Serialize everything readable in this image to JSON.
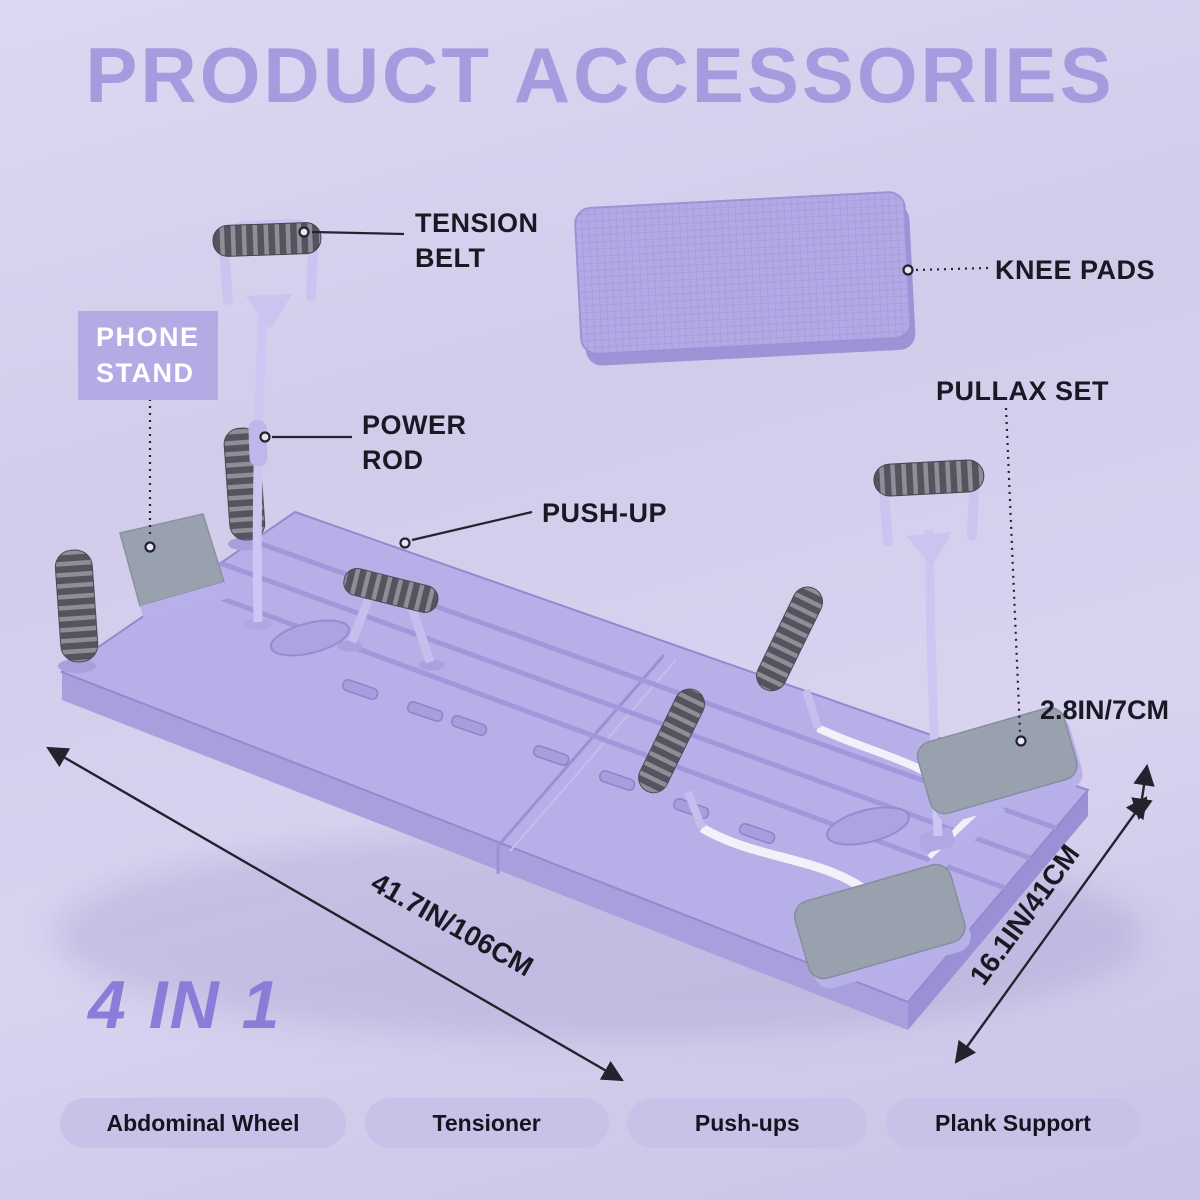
{
  "title": "PRODUCT ACCESSORIES",
  "callouts": {
    "tension_belt": {
      "line1": "TENSION",
      "line2": "BELT"
    },
    "phone_stand": {
      "line1": "PHONE",
      "line2": "STAND"
    },
    "power_rod": {
      "line1": "POWER",
      "line2": "ROD"
    },
    "push_up": {
      "label": "PUSH-UP"
    },
    "knee_pads": {
      "label": "KNEE PADS"
    },
    "pullax_set": {
      "label": "PULLAX SET"
    }
  },
  "dimensions": {
    "pad_height": "2.8IN/7CM",
    "board_length": "41.7IN/106CM",
    "board_width": "16.1IN/41CM"
  },
  "badge": "4 IN 1",
  "features": [
    {
      "label": "Abdominal Wheel"
    },
    {
      "label": "Tensioner"
    },
    {
      "label": "Push-ups"
    },
    {
      "label": "Plank Support"
    }
  ],
  "colors": {
    "title": "#a59bdf",
    "accent_purple": "#b4abe5",
    "board_purple": "#b7afe7",
    "badge_purple": "#8a7cd8",
    "label_dark": "#191924",
    "pill_bg": "#c9c2e8",
    "pad_grey": "#9aa1ae",
    "foam_grey": "#54545e",
    "background": "#d4cfeb"
  }
}
